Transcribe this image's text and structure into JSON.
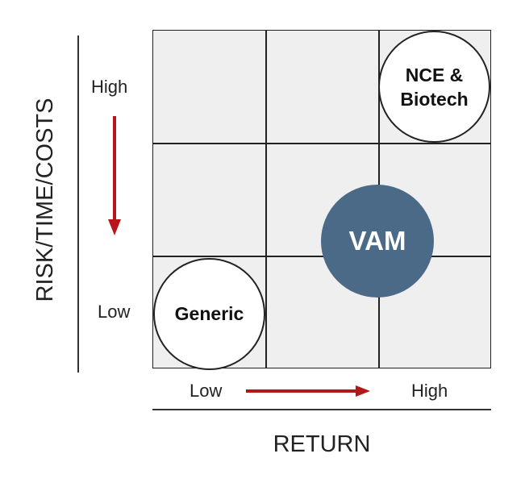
{
  "y_axis": {
    "title": "RISK/TIME/COSTS",
    "high_label": "High",
    "low_label": "Low"
  },
  "x_axis": {
    "title": "RETURN",
    "low_label": "Low",
    "high_label": "High"
  },
  "bubbles": {
    "nce": {
      "line1": "NCE &",
      "line2": "Biotech"
    },
    "vam": {
      "label": "VAM"
    },
    "generic": {
      "label": "Generic"
    }
  },
  "colors": {
    "vam_fill": "#4a6a88",
    "arrow": "#b8151b",
    "grid_bg": "#efefef"
  }
}
